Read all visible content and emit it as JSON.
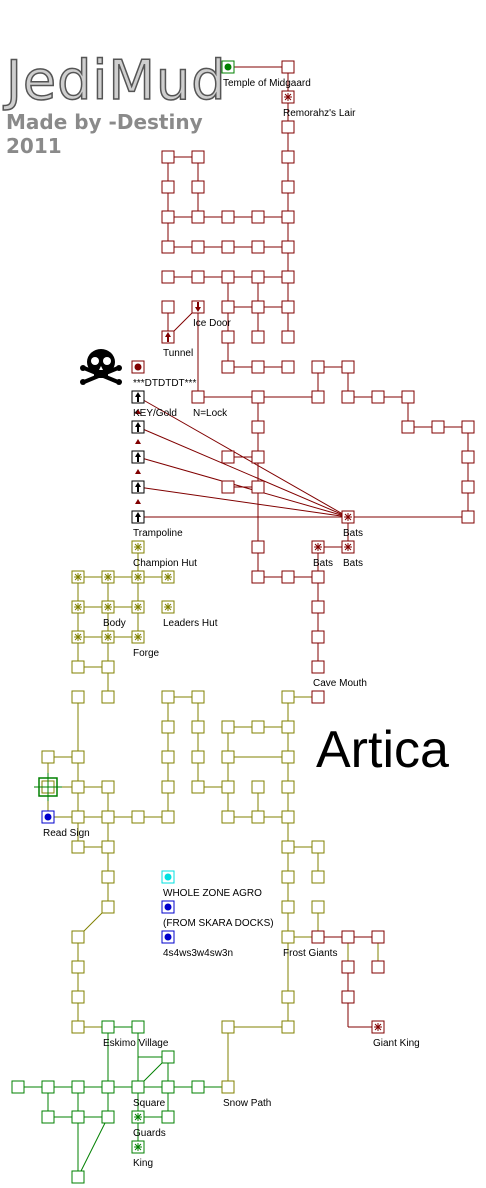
{
  "logo": {
    "title": "JediMud",
    "subtitle": "Made by -Destiny 2011"
  },
  "zone_name": "Artica",
  "colors": {
    "red_zone": "#800000",
    "olive_zone": "#808000",
    "green_zone": "#008000",
    "exit_blue": "#0000cc",
    "agro_cyan": "#00e0e0",
    "mob_marker": "asterisk",
    "special_room": "green-dot"
  },
  "icons": {
    "danger": "skull-crossbones-icon",
    "one_way": "arrow-icon",
    "door": "door-arrow-icon"
  },
  "labels": {
    "temple": "Temple of Midgaard",
    "remorahz": "Remorahz's Lair",
    "ice_door": "Ice Door",
    "tunnel": "Tunnel",
    "dtdtdt": "***DTDTDT***",
    "key_gold": "KEY/Gold",
    "n_lock": "N=Lock",
    "trampoline": "Trampoline",
    "bats1": "Bats",
    "bats2": "Bats",
    "bats3": "Bats",
    "champion_hut": "Champion Hut",
    "body": "Body",
    "leaders_hut": "Leaders Hut",
    "forge": "Forge",
    "cave_mouth": "Cave Mouth",
    "read_sign": "Read Sign",
    "whole_zone_agro": "WHOLE ZONE AGRO",
    "from_skara": "(FROM SKARA DOCKS)",
    "directions": "4s4ws3w4sw3n",
    "frost_giants": "Frost Giants",
    "giant_king": "Giant King",
    "eskimo_village": "Eskimo Village",
    "square": "Square",
    "snow_path": "Snow Path",
    "guards": "Guards",
    "king": "King"
  }
}
